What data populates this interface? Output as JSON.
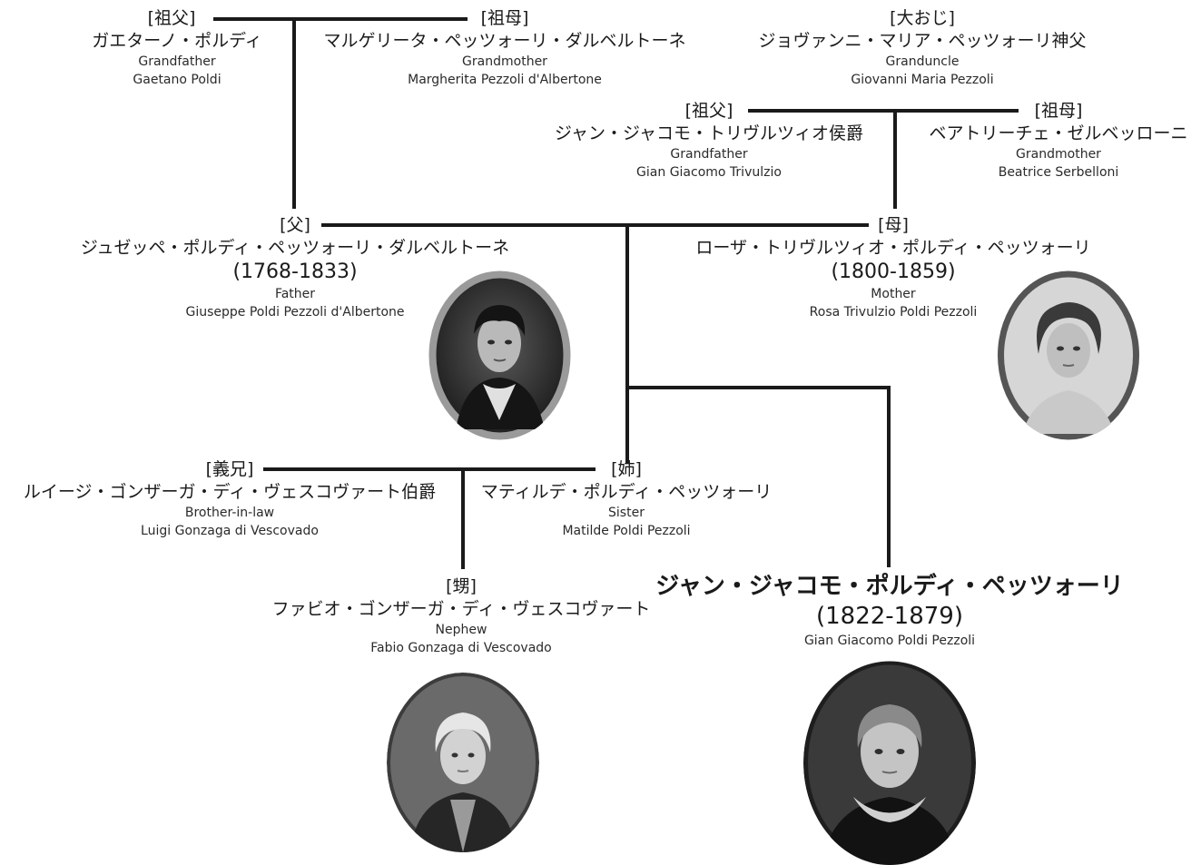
{
  "people": {
    "grandfather_poldi": {
      "role": "[祖父]",
      "jp": "ガエターノ・ポルディ",
      "en_role": "Grandfather",
      "en_name": "Gaetano Poldi"
    },
    "grandmother_pezzoli": {
      "role": "[祖母]",
      "jp": "マルゲリータ・ペッツォーリ・ダルベルトーネ",
      "en_role": "Grandmother",
      "en_name": "Margherita Pezzoli d'Albertone"
    },
    "granduncle": {
      "role": "[大おじ]",
      "jp": "ジョヴァンニ・マリア・ペッツォーリ神父",
      "en_role": "Granduncle",
      "en_name": "Giovanni Maria Pezzoli"
    },
    "grandfather_trivulzio": {
      "role": "[祖父]",
      "jp": "ジャン・ジャコモ・トリヴルツィオ侯爵",
      "en_role": "Grandfather",
      "en_name": "Gian Giacomo Trivulzio"
    },
    "grandmother_serbelloni": {
      "role": "[祖母]",
      "jp": "ベアトリーチェ・ゼルベッローニ",
      "en_role": "Grandmother",
      "en_name": "Beatrice Serbelloni"
    },
    "father": {
      "role": "[父]",
      "jp": "ジュゼッペ・ポルディ・ペッツォーリ・ダルベルトーネ",
      "years": "(1768-1833)",
      "en_role": "Father",
      "en_name": "Giuseppe Poldi Pezzoli d'Albertone"
    },
    "mother": {
      "role": "[母]",
      "jp": "ローザ・トリヴルツィオ・ポルディ・ペッツォーリ",
      "years": "(1800-1859)",
      "en_role": "Mother",
      "en_name": "Rosa Trivulzio Poldi Pezzoli"
    },
    "brother_in_law": {
      "role": "[義兄]",
      "jp": "ルイージ・ゴンザーガ・ディ・ヴェスコヴァート伯爵",
      "en_role": "Brother-in-law",
      "en_name": "Luigi Gonzaga di Vescovado"
    },
    "sister": {
      "role": "[姉]",
      "jp": "マティルデ・ポルディ・ペッツォーリ",
      "en_role": "Sister",
      "en_name": "Matilde Poldi Pezzoli"
    },
    "nephew": {
      "role": "[甥]",
      "jp": "ファビオ・ゴンザーガ・ディ・ヴェスコヴァート",
      "en_role": "Nephew",
      "en_name": "Fabio Gonzaga di Vescovado"
    },
    "subject": {
      "jp": "ジャン・ジャコモ・ポルディ・ペッツォーリ",
      "years": "(1822-1879)",
      "en_name": "Gian Giacomo Poldi Pezzoli"
    }
  },
  "colors": {
    "line": "#1a1a1a",
    "text": "#1a1a1a"
  }
}
